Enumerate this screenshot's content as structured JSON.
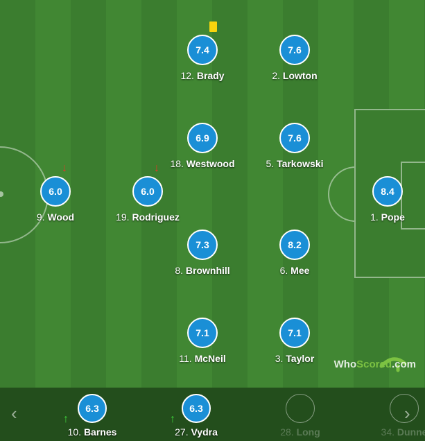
{
  "pitch": {
    "players": [
      {
        "key": "brady",
        "number": "12.",
        "name": "Brady",
        "rating": "7.4"
      },
      {
        "key": "lowton",
        "number": "2.",
        "name": "Lowton",
        "rating": "7.6"
      },
      {
        "key": "westwood",
        "number": "18.",
        "name": "Westwood",
        "rating": "6.9"
      },
      {
        "key": "tarkowski",
        "number": "5.",
        "name": "Tarkowski",
        "rating": "7.6"
      },
      {
        "key": "wood",
        "number": "9.",
        "name": "Wood",
        "rating": "6.0"
      },
      {
        "key": "rodriguez",
        "number": "19.",
        "name": "Rodriguez",
        "rating": "6.0"
      },
      {
        "key": "pope",
        "number": "1.",
        "name": "Pope",
        "rating": "8.4"
      },
      {
        "key": "brownhill",
        "number": "8.",
        "name": "Brownhill",
        "rating": "7.3"
      },
      {
        "key": "mee",
        "number": "6.",
        "name": "Mee",
        "rating": "8.2"
      },
      {
        "key": "mcneil",
        "number": "11.",
        "name": "McNeil",
        "rating": "7.1"
      },
      {
        "key": "taylor",
        "number": "3.",
        "name": "Taylor",
        "rating": "7.1"
      }
    ],
    "substituted_off": [
      "wood",
      "rodriguez"
    ],
    "yellow_card": [
      "brady"
    ]
  },
  "bench": {
    "prev_icon": "chevron-left-icon",
    "next_icon": "chevron-right-icon",
    "subs": [
      {
        "number": "10.",
        "name": "Barnes",
        "rating": "6.3",
        "subbed_on": true
      },
      {
        "number": "27.",
        "name": "Vydra",
        "rating": "6.3",
        "subbed_on": true
      },
      {
        "number": "28.",
        "name": "Long",
        "rating": "",
        "subbed_on": false
      },
      {
        "number": "34.",
        "name": "Dunne",
        "rating": "",
        "subbed_on": false
      }
    ]
  },
  "branding": {
    "prefix": "Who",
    "highlight": "Scored",
    "suffix": ".com"
  },
  "colors": {
    "rating_bubble": "#1a8fd6",
    "yellow_card": "#f7d40d",
    "sub_off_arrow": "#e2392a",
    "sub_on_arrow": "#3fd13b",
    "pitch_green": "#3b7d2f"
  }
}
